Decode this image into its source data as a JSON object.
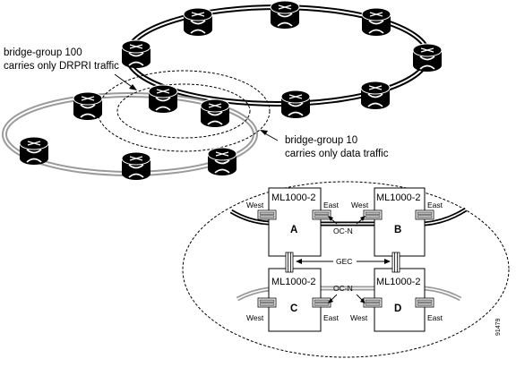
{
  "annotations": {
    "bridge_group_100": {
      "line1": "bridge-group 100",
      "line2": "carries only DRPRI traffic"
    },
    "bridge_group_10": {
      "line1": "bridge-group 10",
      "line2": "carries only data traffic"
    }
  },
  "detail": {
    "cards": [
      {
        "model": "ML1000-2",
        "node": "A",
        "left_port": "West",
        "right_port": "East"
      },
      {
        "model": "ML1000-2",
        "node": "B",
        "left_port": "West",
        "right_port": "East"
      },
      {
        "model": "ML1000-2",
        "node": "C",
        "left_port": "West",
        "right_port": "East"
      },
      {
        "model": "ML1000-2",
        "node": "D",
        "left_port": "West",
        "right_port": "East"
      }
    ],
    "link_top": "OC-N",
    "link_bottom": "OC-N",
    "gec": "GEC"
  },
  "figure_id": "91479",
  "colors": {
    "router": "#000000",
    "ring_gray": "#999999",
    "ring_black": "#000000"
  },
  "icons": {
    "router": "router-icon",
    "port": "ethernet-port-icon"
  }
}
